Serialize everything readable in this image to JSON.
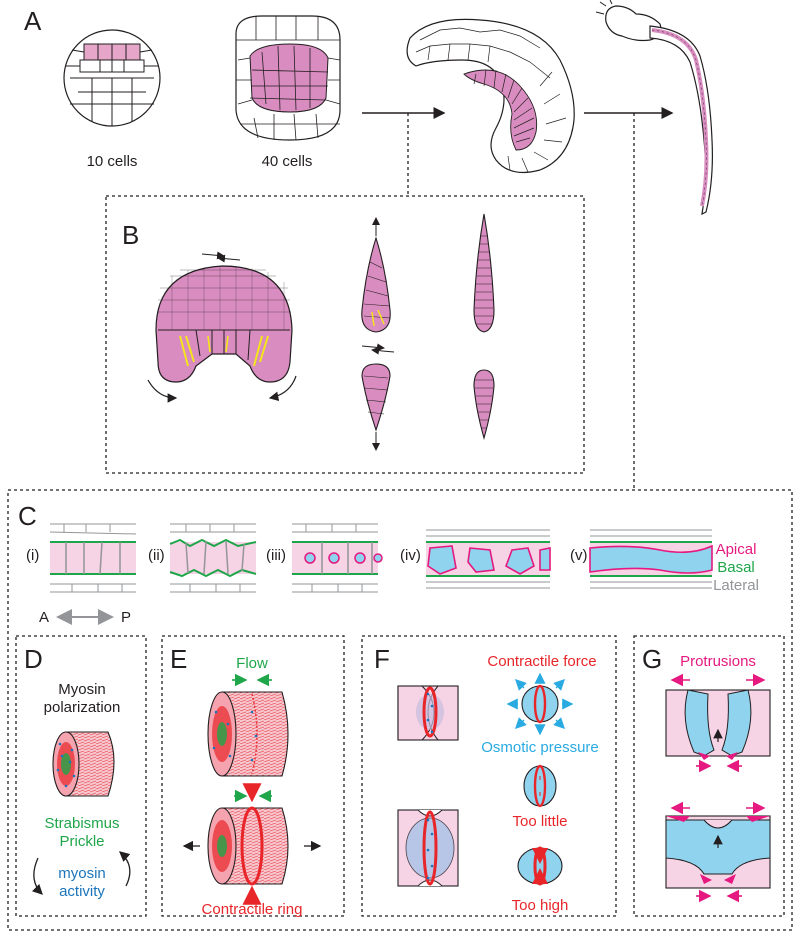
{
  "panels": {
    "a": "A",
    "b": "B",
    "c": "C",
    "d": "D",
    "e": "E",
    "f": "F",
    "g": "G"
  },
  "panel_a": {
    "stage1_label": "10 cells",
    "stage2_label": "40 cells"
  },
  "panel_c": {
    "steps": [
      "(i)",
      "(ii)",
      "(iii)",
      "(iv)",
      "(v)"
    ],
    "axis_anterior": "A",
    "axis_posterior": "P",
    "legend": [
      {
        "label": "Apical",
        "color": "#e5197f"
      },
      {
        "label": "Basal",
        "color": "#1fa64a"
      },
      {
        "label": "Lateral",
        "color": "#939598"
      }
    ]
  },
  "panel_d": {
    "title_line1": "Myosin",
    "title_line2": "polarization",
    "pcp_line1": "Strabismus",
    "pcp_line2": "Prickle",
    "myosin_line1": "myosin",
    "myosin_line2": "activity"
  },
  "panel_e": {
    "flow": "Flow",
    "ring": "Contractile ring"
  },
  "panel_f": {
    "force": "Contractile force",
    "osmotic": "Osmotic pressure",
    "too_little": "Too little",
    "too_high": "Too high"
  },
  "panel_g": {
    "protrusions": "Protrusions"
  },
  "colors": {
    "pink": "#f2c4dc",
    "notochord": "#d98cc0",
    "apical": "#e5197f",
    "basal": "#1fa64a",
    "lateral": "#939598",
    "lumen": "#8fd3ee",
    "red": "#e8262a",
    "cyan": "#29abe2",
    "yellow": "#f5e51b",
    "blue": "#1c75bc"
  }
}
